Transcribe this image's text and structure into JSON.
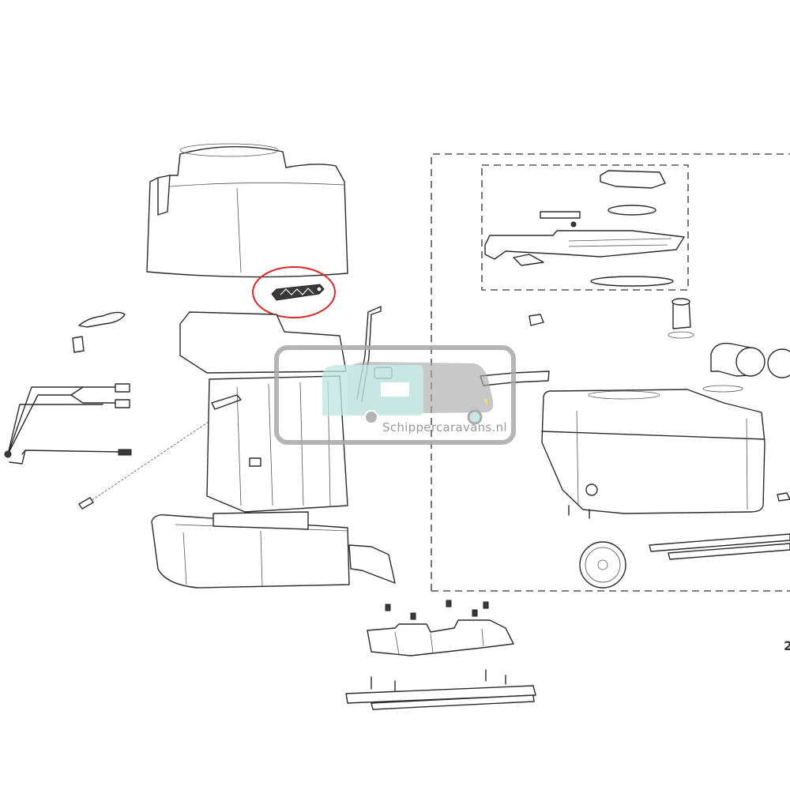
{
  "diagram": {
    "type": "exploded-parts-diagram",
    "subject": "portable toilet / cassette assembly",
    "highlighted_part": {
      "shape": "red-ellipse",
      "color": "#d42a2a",
      "description": "small lattice bracket part"
    },
    "sub_assembly_box": {
      "style": "dashed"
    },
    "outer_group_box": {
      "style": "dashed"
    },
    "edge_label": "2"
  },
  "watermark": {
    "text": "Schippercaravans.nl",
    "colors": {
      "caravan": "#bfe5e0",
      "camper": "#9c9c9c",
      "frame": "#a8a8a8"
    }
  }
}
